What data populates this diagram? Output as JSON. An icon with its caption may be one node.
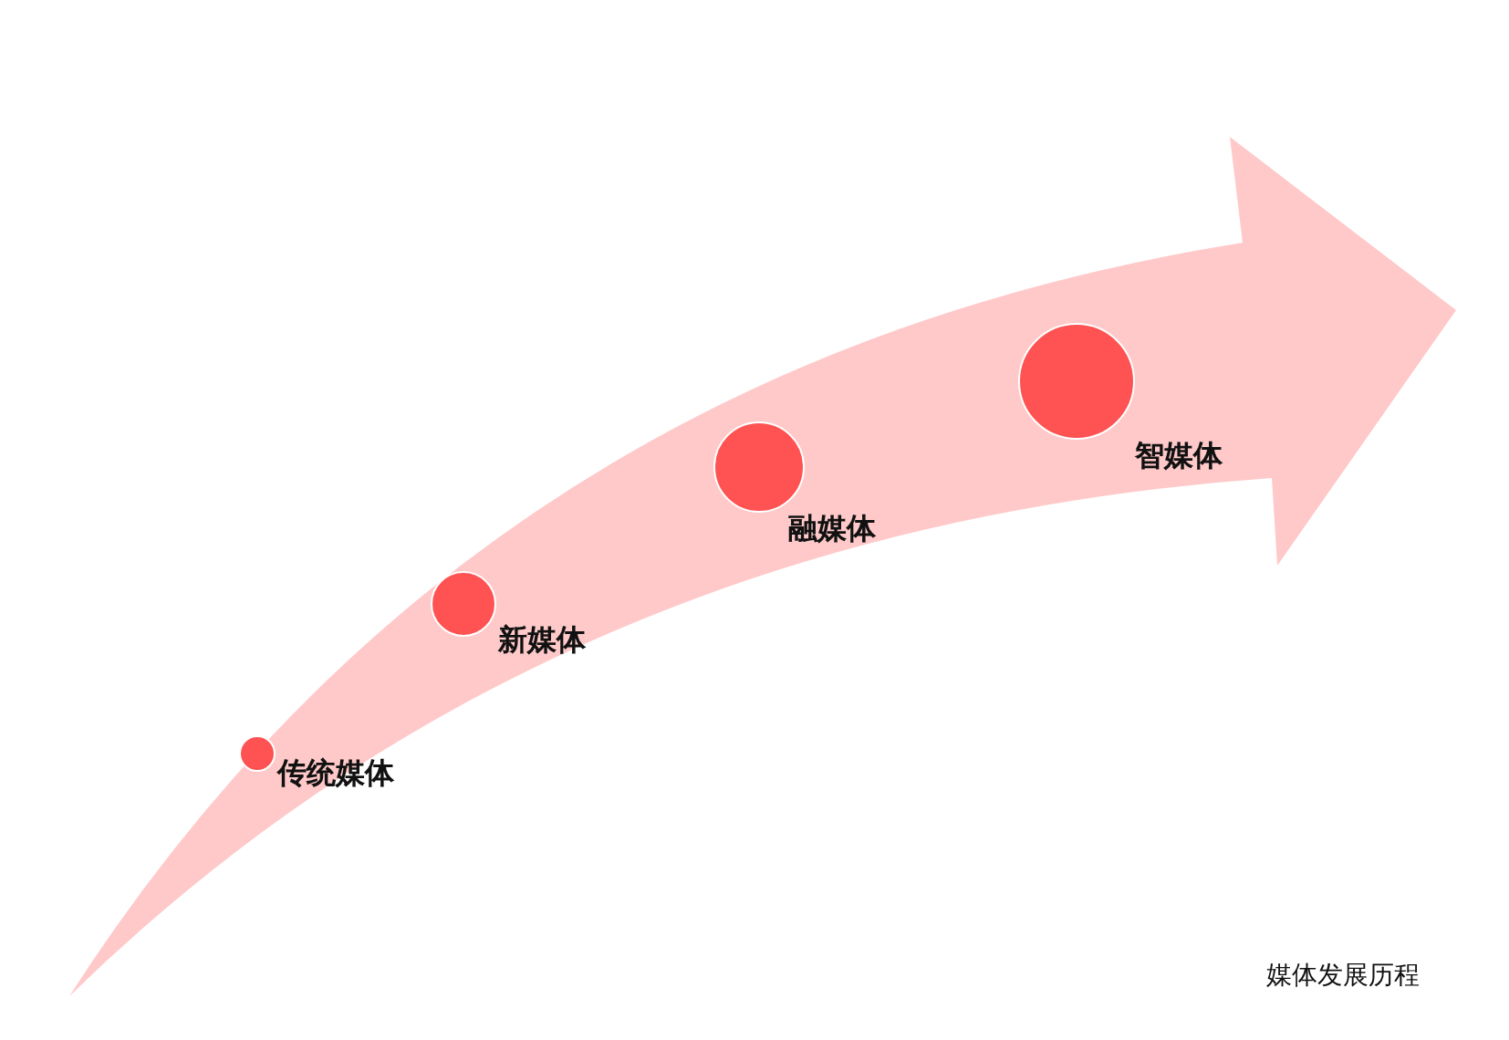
{
  "diagram": {
    "caption": "媒体发展历程",
    "nodes": [
      {
        "text": [],
        "shape": "circle",
        "beside": [
          "传统媒体"
        ]
      },
      {
        "text": [],
        "shape": "circle",
        "beside": [
          "新媒体"
        ]
      },
      {
        "text": [],
        "shape": "circle",
        "beside": [
          "融媒体"
        ]
      },
      {
        "text": [],
        "shape": "circle",
        "beside": [
          "智媒体"
        ]
      }
    ]
  }
}
